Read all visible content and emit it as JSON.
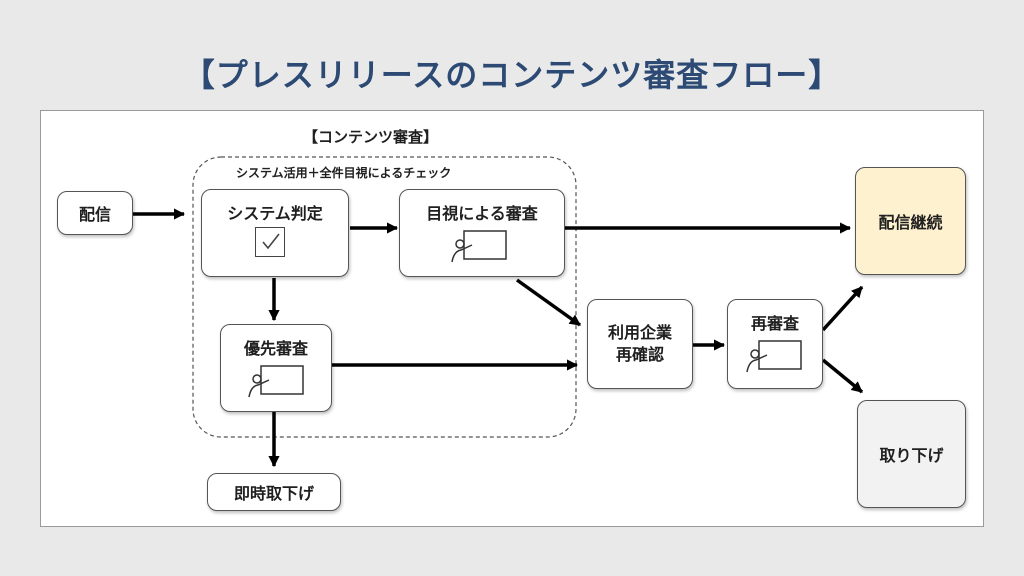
{
  "title": "【プレスリリースのコンテンツ審査フロー】",
  "group": {
    "title": "【コンテンツ審査】",
    "subtitle": "システム活用＋全件目視によるチェック"
  },
  "nodes": {
    "haishin": "配信",
    "system": "システム判定",
    "mokushi": "目視による審査",
    "yusen": "優先審査",
    "sokuji": "即時取下げ",
    "riyo_line1": "利用企業",
    "riyo_line2": "再確認",
    "saishinsa": "再審査",
    "keizoku": "配信継続",
    "torisage": "取り下げ"
  },
  "colors": {
    "title": "#2c4a73",
    "keizoku_fill": "#fdf1cf",
    "torisage_fill": "#f2f2f2",
    "arrow": "#000000"
  },
  "icons": {
    "system": "checkbox-icon",
    "mokushi": "presenter-icon",
    "yusen": "presenter-icon",
    "saishinsa": "presenter-icon"
  }
}
